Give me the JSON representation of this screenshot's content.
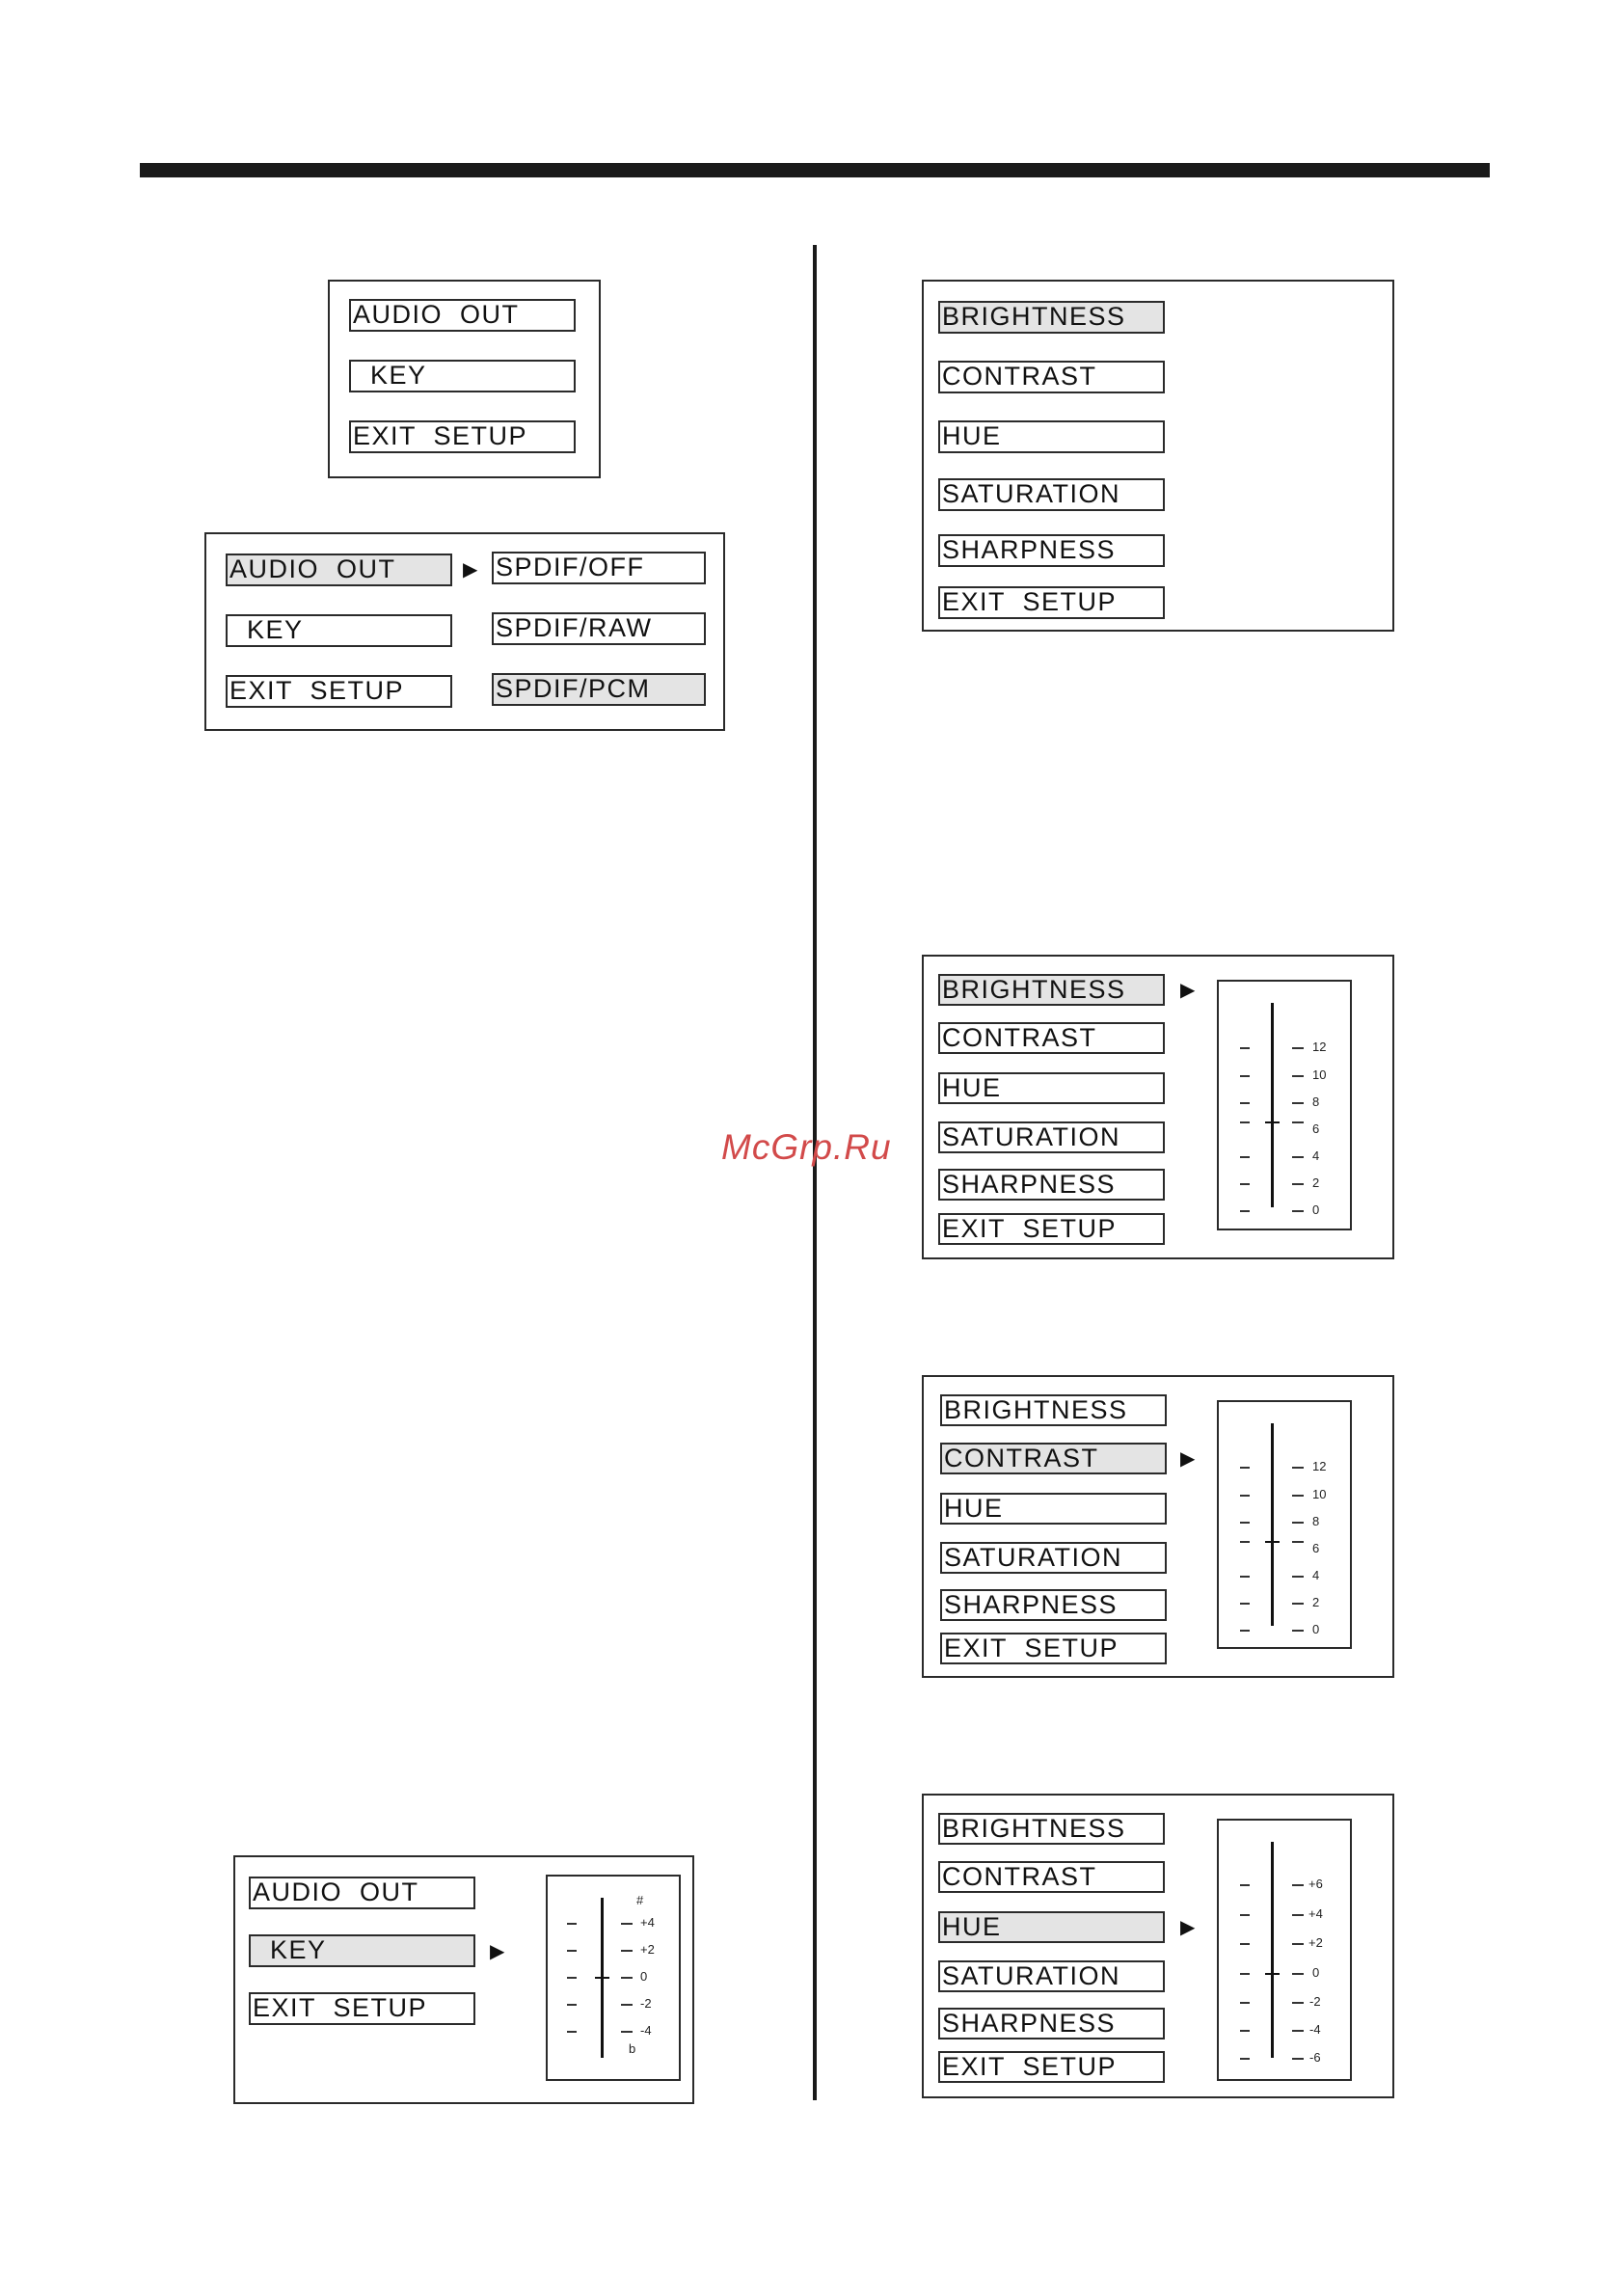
{
  "watermark": "McGrp.Ru",
  "menus": {
    "setup_menu": {
      "items": [
        "AUDIO  OUT",
        "  KEY",
        "EXIT  SETUP"
      ]
    },
    "audio_out_menu": {
      "items": [
        "AUDIO  OUT",
        "  KEY",
        "EXIT  SETUP"
      ],
      "options": [
        "SPDIF/OFF",
        "SPDIF/RAW",
        "SPDIF/PCM"
      ],
      "selected_item": "AUDIO  OUT",
      "selected_option": "SPDIF/PCM"
    },
    "key_menu": {
      "items": [
        "AUDIO  OUT",
        "  KEY",
        "EXIT  SETUP"
      ],
      "selected_item": "  KEY",
      "scale": {
        "top_symbol": "#",
        "bottom_symbol": "b",
        "labels": [
          "+4",
          "+2",
          "0",
          "-2",
          "-4"
        ],
        "current": "0"
      }
    },
    "video_menu": {
      "items": [
        "BRIGHTNESS",
        "CONTRAST",
        "HUE",
        "SATURATION",
        "SHARPNESS",
        "EXIT  SETUP"
      ],
      "selected_item": "BRIGHTNESS"
    },
    "brightness_menu": {
      "items": [
        "BRIGHTNESS",
        "CONTRAST",
        "HUE",
        "SATURATION",
        "SHARPNESS",
        "EXIT  SETUP"
      ],
      "selected_item": "BRIGHTNESS",
      "scale": {
        "labels": [
          "12",
          "10",
          "8",
          "6",
          "4",
          "2",
          "0"
        ],
        "current": "6"
      }
    },
    "contrast_menu": {
      "items": [
        "BRIGHTNESS",
        "CONTRAST",
        "HUE",
        "SATURATION",
        "SHARPNESS",
        "EXIT  SETUP"
      ],
      "selected_item": "CONTRAST",
      "scale": {
        "labels": [
          "12",
          "10",
          "8",
          "6",
          "4",
          "2",
          "0"
        ],
        "current": "6"
      }
    },
    "hue_menu": {
      "items": [
        "BRIGHTNESS",
        "CONTRAST",
        "HUE",
        "SATURATION",
        "SHARPNESS",
        "EXIT  SETUP"
      ],
      "selected_item": "HUE",
      "scale": {
        "labels": [
          "+6",
          "+4",
          "+2",
          "0",
          "-2",
          "-4",
          "-6"
        ],
        "current": "0"
      }
    }
  },
  "colors": {
    "highlight": "#e4e4e4",
    "border": "#2a2a2a",
    "watermark": "#d24a4a"
  }
}
